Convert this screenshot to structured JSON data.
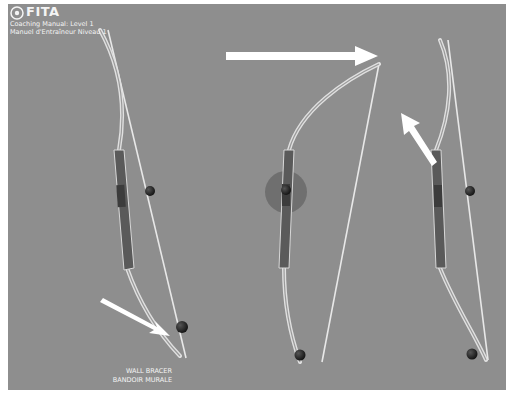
{
  "diagram": {
    "title": "FITA",
    "labels": [
      "Coaching Manual: Level 1",
      "Manuel d'Entraîneur Niveau 1",
      "WALL BRACER",
      "BANDOIR MURALE"
    ]
  }
}
